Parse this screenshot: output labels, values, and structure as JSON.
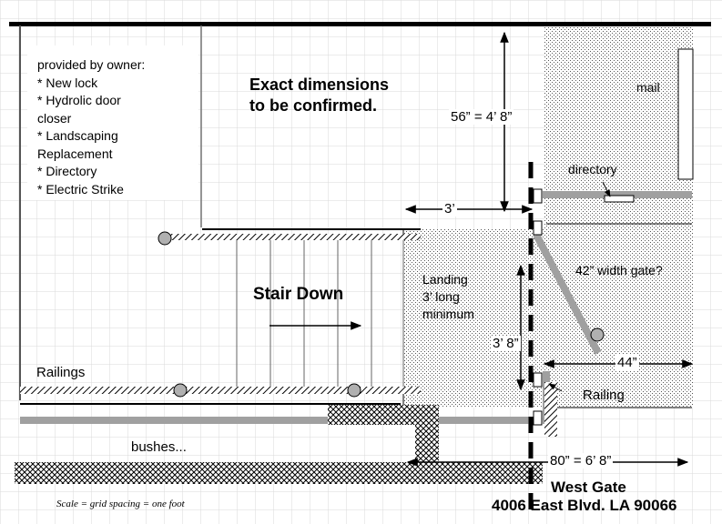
{
  "notes": {
    "heading": "provided by owner:",
    "items": [
      "* New  lock",
      "* Hydrolic door",
      "closer",
      "* Landscaping",
      "Replacement",
      "* Directory",
      "* Electric Strike"
    ]
  },
  "exact_note": {
    "line1": "Exact dimensions",
    "line2": "to be confirmed."
  },
  "dims": {
    "height_56": "56” = 4’ 8”",
    "three_ft": "3’",
    "three_8": "3’ 8”",
    "forty_four": "44”",
    "eighty": "80” = 6’ 8”"
  },
  "labels": {
    "mail": "mail",
    "directory": "directory",
    "gate_width": "42” width gate?",
    "landing": [
      "Landing",
      "3’ long",
      "minimum"
    ],
    "stair_down": "Stair Down",
    "railings": "Railings",
    "railing": "Railing",
    "bushes": "bushes...",
    "west_gate": "West Gate",
    "address": "4006 East Blvd. LA 90066",
    "scale_note": "Scale = grid spacing = one foot"
  },
  "colors": {
    "rail_gray": "#a0a0a0",
    "line": "#000000",
    "grid": "#d8d8d8"
  }
}
